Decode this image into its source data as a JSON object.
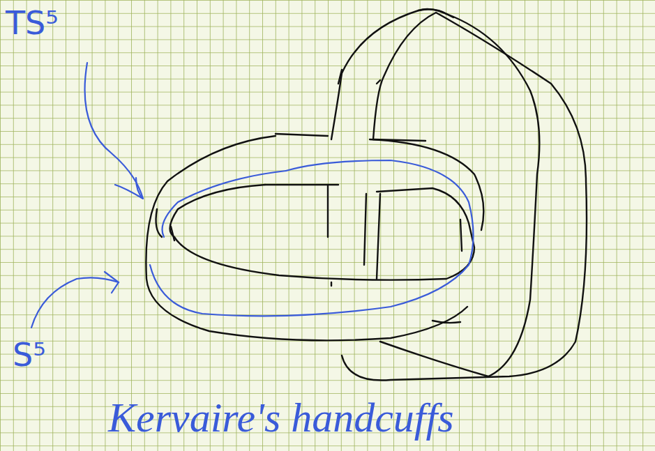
{
  "diagram": {
    "caption": "Kervaire's handcuffs",
    "labels": [
      "TS⁵",
      "S⁵"
    ]
  }
}
